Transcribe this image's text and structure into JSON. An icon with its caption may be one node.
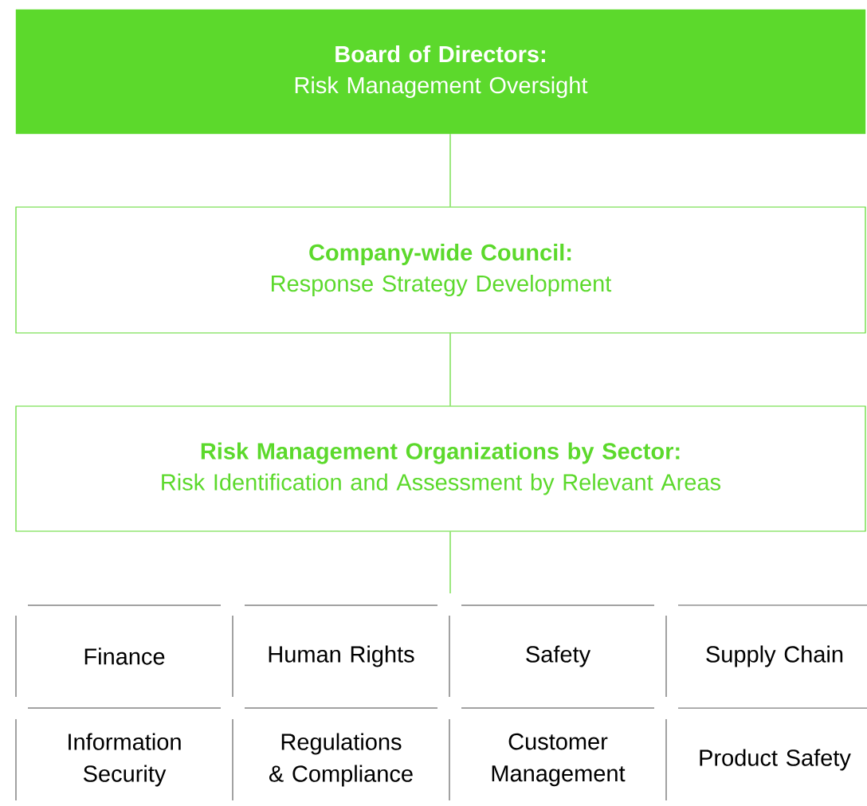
{
  "diagram": {
    "nodes": [
      {
        "text": [
          "Board of Directors:",
          "Risk Management Oversight"
        ]
      },
      {
        "text": [
          "Company-wide Council:",
          "Response Strategy Development"
        ]
      },
      {
        "text": [
          "Risk Management Organizations by Sector:",
          "Risk Identification and Assessment by Relevant Areas"
        ]
      },
      {
        "text": [
          "Finance"
        ]
      },
      {
        "text": [
          "Human Rights"
        ]
      },
      {
        "text": [
          "Safety"
        ]
      },
      {
        "text": [
          "Supply Chain"
        ]
      },
      {
        "text": [
          "Information Security"
        ]
      },
      {
        "text": [
          "Regulations & Compliance"
        ]
      },
      {
        "text": [
          "Customer Management"
        ]
      },
      {
        "text": [
          "Product Safety"
        ]
      }
    ],
    "edges": [
      {
        "from": 0,
        "to": 1,
        "arrow": "none"
      },
      {
        "from": 1,
        "to": 2,
        "arrow": "none"
      },
      {
        "from": 2,
        "to": null,
        "arrow": "none"
      }
    ]
  }
}
